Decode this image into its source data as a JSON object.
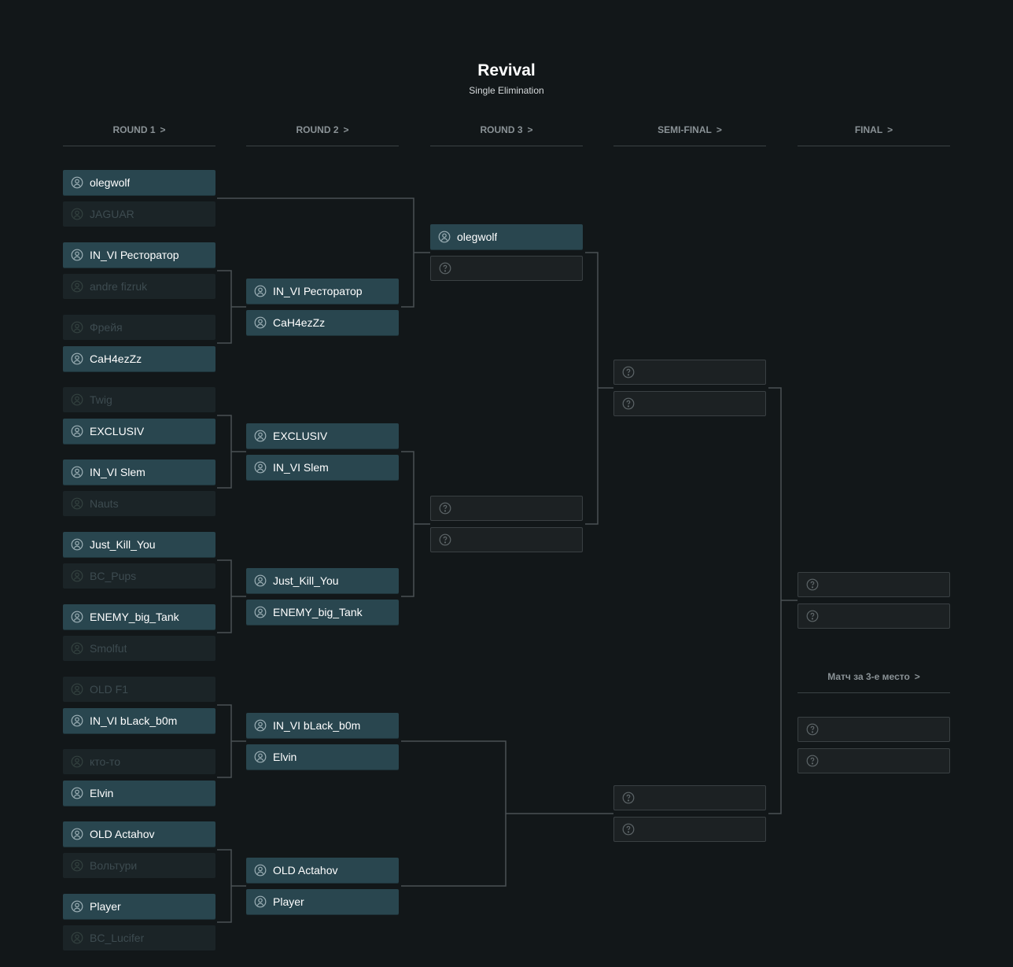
{
  "header": {
    "title": "Revival",
    "subtitle": "Single Elimination"
  },
  "rounds": [
    {
      "label": "ROUND 1",
      "arrow": ">"
    },
    {
      "label": "ROUND 2",
      "arrow": ">"
    },
    {
      "label": "ROUND 3",
      "arrow": ">"
    },
    {
      "label": "SEMI-FINAL",
      "arrow": ">"
    },
    {
      "label": "FINAL",
      "arrow": ">"
    }
  ],
  "third_place": {
    "label": "Матч за 3-е место",
    "arrow": ">"
  },
  "round1": [
    {
      "name": "olegwolf",
      "state": "win"
    },
    {
      "name": "JAGUAR",
      "state": "lose"
    },
    {
      "name": "IN_VI Ресторатор",
      "state": "win"
    },
    {
      "name": "andre fizruk",
      "state": "lose"
    },
    {
      "name": "Фрейя",
      "state": "lose"
    },
    {
      "name": "CaH4ezZz",
      "state": "win"
    },
    {
      "name": "Twig",
      "state": "lose"
    },
    {
      "name": "EXCLUSIV",
      "state": "win"
    },
    {
      "name": "IN_VI Slem",
      "state": "win"
    },
    {
      "name": "Nauts",
      "state": "lose"
    },
    {
      "name": "Just_Kill_You",
      "state": "win"
    },
    {
      "name": "BC_Pups",
      "state": "lose"
    },
    {
      "name": "ENEMY_big_Tank",
      "state": "win"
    },
    {
      "name": "Smolfut",
      "state": "lose"
    },
    {
      "name": "OLD F1",
      "state": "lose"
    },
    {
      "name": "IN_VI bLack_b0m",
      "state": "win"
    },
    {
      "name": "кто-то",
      "state": "lose"
    },
    {
      "name": "Elvin",
      "state": "win"
    },
    {
      "name": "OLD Actahov",
      "state": "win"
    },
    {
      "name": "Вольтури",
      "state": "lose"
    },
    {
      "name": "Player",
      "state": "win"
    },
    {
      "name": "BC_Lucifer",
      "state": "lose"
    }
  ],
  "round2": [
    {
      "name": "IN_VI Ресторатор",
      "state": "win"
    },
    {
      "name": "CaH4ezZz",
      "state": "win"
    },
    {
      "name": "EXCLUSIV",
      "state": "win"
    },
    {
      "name": "IN_VI Slem",
      "state": "win"
    },
    {
      "name": "Just_Kill_You",
      "state": "win"
    },
    {
      "name": "ENEMY_big_Tank",
      "state": "win"
    },
    {
      "name": "IN_VI bLack_b0m",
      "state": "win"
    },
    {
      "name": "Elvin",
      "state": "win"
    },
    {
      "name": "OLD Actahov",
      "state": "win"
    },
    {
      "name": "Player",
      "state": "win"
    }
  ],
  "round3": [
    {
      "name": "olegwolf",
      "state": "win"
    },
    {
      "name": "",
      "state": "tbd"
    },
    {
      "name": "",
      "state": "tbd"
    },
    {
      "name": "",
      "state": "tbd"
    }
  ],
  "semifinal": [
    {
      "name": "",
      "state": "tbd"
    },
    {
      "name": "",
      "state": "tbd"
    },
    {
      "name": "",
      "state": "tbd"
    },
    {
      "name": "",
      "state": "tbd"
    }
  ],
  "final": [
    {
      "name": "",
      "state": "tbd"
    },
    {
      "name": "",
      "state": "tbd"
    }
  ],
  "third_place_match": [
    {
      "name": "",
      "state": "tbd"
    },
    {
      "name": "",
      "state": "tbd"
    }
  ],
  "colors": {
    "background": "#121719",
    "winner_slot": "#29464f",
    "loser_slot": "#1b2427",
    "tbd_slot": "#1c2123",
    "connector": "#4a5154"
  },
  "icons": {
    "player": "user-circle-icon",
    "unknown": "question-circle-icon"
  }
}
